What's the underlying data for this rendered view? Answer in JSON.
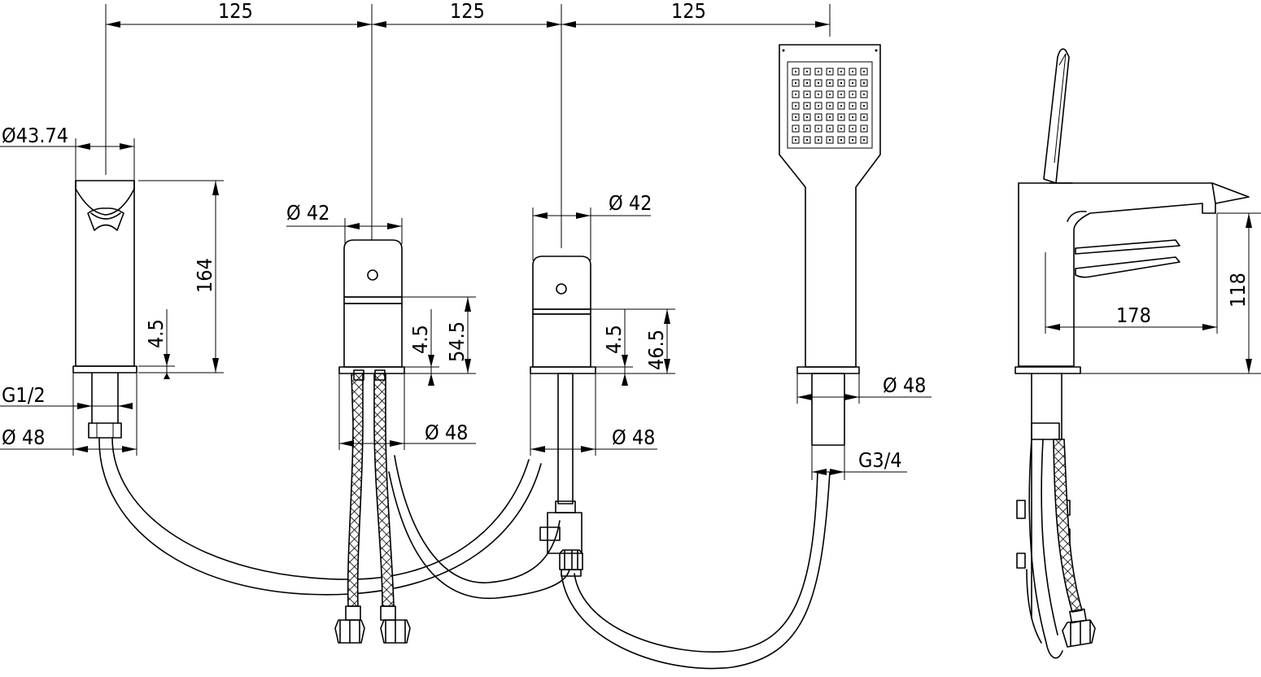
{
  "drawing": {
    "dimensions": {
      "spacing_1": "125",
      "spacing_2": "125",
      "spacing_3": "125",
      "spout_diameter": "Ø43.74",
      "spout_height": "164",
      "spout_base": "4.5",
      "spout_thread": "G1/2",
      "spout_flange": "Ø 48",
      "valve1_body": "Ø 42",
      "valve1_height": "54.5",
      "valve1_base": "4.5",
      "valve1_flange": "Ø 48",
      "valve2_body": "Ø 42",
      "valve2_height": "46.5",
      "valve2_base": "4.5",
      "valve2_flange": "Ø 48",
      "shower_flange": "Ø 48",
      "shower_thread": "G3/4",
      "side_reach": "178",
      "side_height": "118"
    }
  }
}
